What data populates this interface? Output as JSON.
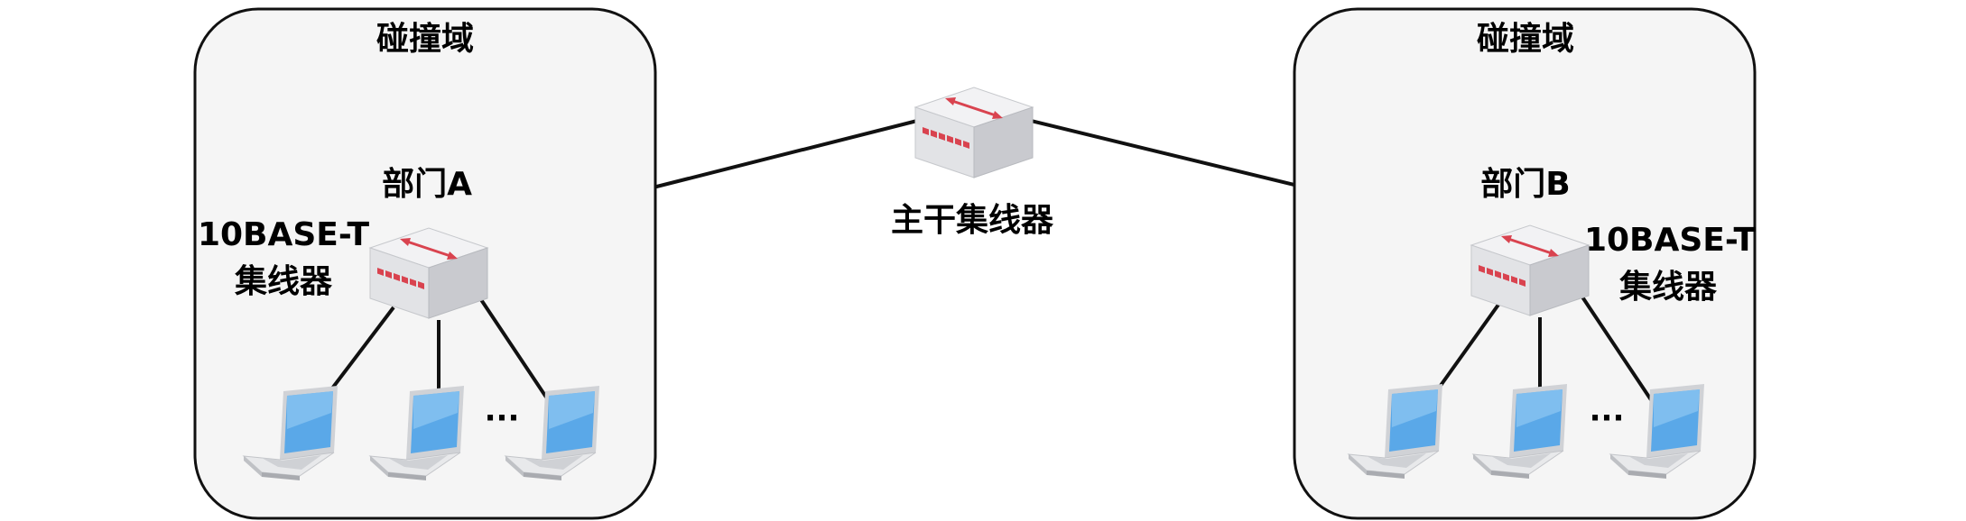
{
  "domains": [
    {
      "title": "碰撞域",
      "department": "部门A",
      "hub_label_line1": "10BASE-T",
      "hub_label_line2": "集线器",
      "ellipsis": "···"
    },
    {
      "title": "碰撞域",
      "department": "部门B",
      "hub_label_line1": "10BASE-T",
      "hub_label_line2": "集线器",
      "ellipsis": "···"
    }
  ],
  "backbone": {
    "label": "主干集线器"
  },
  "icons": {
    "hub": "hub-icon",
    "laptop": "laptop-icon"
  },
  "colors": {
    "domain_border": "#111111",
    "domain_fill": "#f5f5f5",
    "hub_body": "#d9dadd",
    "hub_accent": "#d9434f",
    "laptop_screen": "#5aa8e8",
    "laptop_body": "#e8e9eb"
  }
}
